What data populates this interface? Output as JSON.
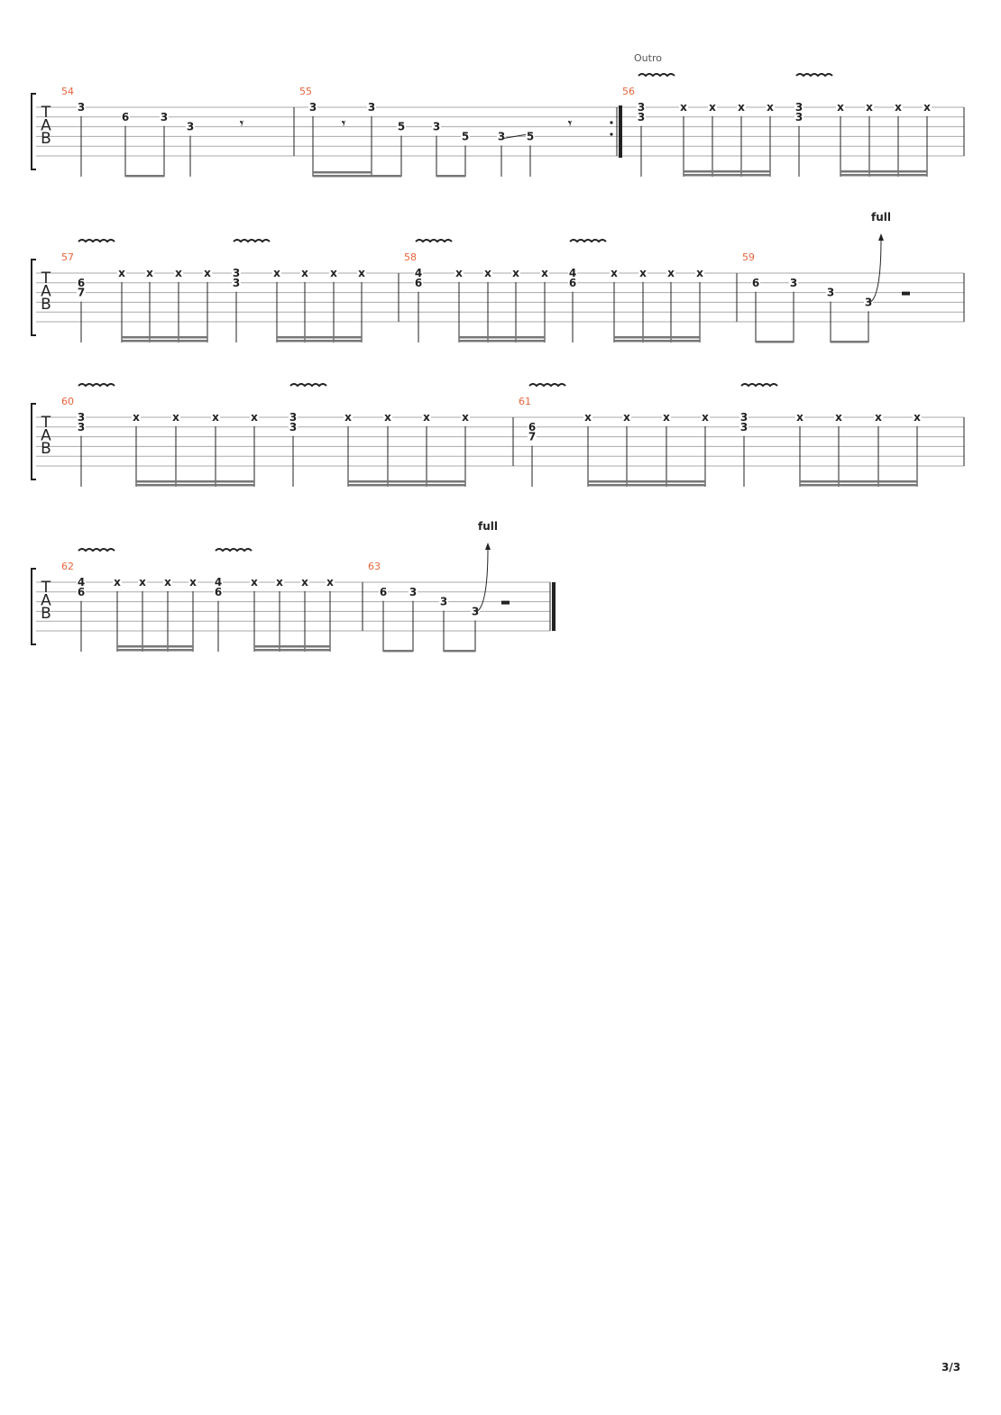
{
  "page_number": "3/3",
  "section_label": "Outro",
  "clef_letters": [
    "T",
    "A",
    "B"
  ],
  "bend_label": "full",
  "systems": [
    {
      "measures": [
        {
          "number": "54",
          "beats": [
            {
              "notes": [
                {
                  "string": 1,
                  "fret": "3"
                }
              ]
            },
            {
              "notes": [
                {
                  "string": 2,
                  "fret": "6"
                }
              ]
            },
            {
              "notes": [
                {
                  "string": 2,
                  "fret": "3"
                }
              ]
            },
            {
              "notes": [
                {
                  "string": 3,
                  "fret": "3"
                }
              ]
            },
            {
              "rest": true
            }
          ]
        },
        {
          "number": "55",
          "beats": [
            {
              "notes": [
                {
                  "string": 1,
                  "fret": "3"
                }
              ]
            },
            {
              "rest": true
            },
            {
              "notes": [
                {
                  "string": 1,
                  "fret": "3"
                }
              ]
            },
            {
              "notes": [
                {
                  "string": 3,
                  "fret": "5"
                }
              ]
            },
            {
              "notes": [
                {
                  "string": 3,
                  "fret": "3"
                }
              ]
            },
            {
              "notes": [
                {
                  "string": 4,
                  "fret": "5"
                }
              ]
            },
            {
              "notes": [
                {
                  "string": 4,
                  "fret": "3"
                }
              ]
            },
            {
              "notes": [
                {
                  "string": 4,
                  "fret": "5"
                }
              ]
            },
            {
              "rest": true
            }
          ]
        },
        {
          "number": "56",
          "section": "Outro",
          "beats": [
            {
              "notes": [
                {
                  "string": 1,
                  "fret": "3"
                },
                {
                  "string": 2,
                  "fret": "3"
                }
              ],
              "vibrato": true
            },
            {
              "notes": [
                {
                  "string": 1,
                  "fret": "x"
                }
              ]
            },
            {
              "notes": [
                {
                  "string": 1,
                  "fret": "x"
                }
              ]
            },
            {
              "notes": [
                {
                  "string": 1,
                  "fret": "x"
                }
              ]
            },
            {
              "notes": [
                {
                  "string": 1,
                  "fret": "x"
                }
              ]
            },
            {
              "notes": [
                {
                  "string": 1,
                  "fret": "3"
                },
                {
                  "string": 2,
                  "fret": "3"
                }
              ],
              "vibrato": true
            },
            {
              "notes": [
                {
                  "string": 1,
                  "fret": "x"
                }
              ]
            },
            {
              "notes": [
                {
                  "string": 1,
                  "fret": "x"
                }
              ]
            },
            {
              "notes": [
                {
                  "string": 1,
                  "fret": "x"
                }
              ]
            },
            {
              "notes": [
                {
                  "string": 1,
                  "fret": "x"
                }
              ]
            }
          ]
        }
      ]
    },
    {
      "measures": [
        {
          "number": "57",
          "beats": [
            {
              "notes": [
                {
                  "string": 2,
                  "fret": "6"
                },
                {
                  "string": 3,
                  "fret": "7"
                }
              ],
              "vibrato": true
            },
            {
              "notes": [
                {
                  "string": 1,
                  "fret": "x"
                }
              ]
            },
            {
              "notes": [
                {
                  "string": 1,
                  "fret": "x"
                }
              ]
            },
            {
              "notes": [
                {
                  "string": 1,
                  "fret": "x"
                }
              ]
            },
            {
              "notes": [
                {
                  "string": 1,
                  "fret": "x"
                }
              ]
            },
            {
              "notes": [
                {
                  "string": 1,
                  "fret": "3"
                },
                {
                  "string": 2,
                  "fret": "3"
                }
              ],
              "vibrato": true
            },
            {
              "notes": [
                {
                  "string": 1,
                  "fret": "x"
                }
              ]
            },
            {
              "notes": [
                {
                  "string": 1,
                  "fret": "x"
                }
              ]
            },
            {
              "notes": [
                {
                  "string": 1,
                  "fret": "x"
                }
              ]
            },
            {
              "notes": [
                {
                  "string": 1,
                  "fret": "x"
                }
              ]
            }
          ]
        },
        {
          "number": "58",
          "beats": [
            {
              "notes": [
                {
                  "string": 1,
                  "fret": "4"
                },
                {
                  "string": 2,
                  "fret": "6"
                }
              ],
              "vibrato": true
            },
            {
              "notes": [
                {
                  "string": 1,
                  "fret": "x"
                }
              ]
            },
            {
              "notes": [
                {
                  "string": 1,
                  "fret": "x"
                }
              ]
            },
            {
              "notes": [
                {
                  "string": 1,
                  "fret": "x"
                }
              ]
            },
            {
              "notes": [
                {
                  "string": 1,
                  "fret": "x"
                }
              ]
            },
            {
              "notes": [
                {
                  "string": 1,
                  "fret": "4"
                },
                {
                  "string": 2,
                  "fret": "6"
                }
              ],
              "vibrato": true
            },
            {
              "notes": [
                {
                  "string": 1,
                  "fret": "x"
                }
              ]
            },
            {
              "notes": [
                {
                  "string": 1,
                  "fret": "x"
                }
              ]
            },
            {
              "notes": [
                {
                  "string": 1,
                  "fret": "x"
                }
              ]
            },
            {
              "notes": [
                {
                  "string": 1,
                  "fret": "x"
                }
              ]
            }
          ]
        },
        {
          "number": "59",
          "beats": [
            {
              "notes": [
                {
                  "string": 2,
                  "fret": "6"
                }
              ]
            },
            {
              "notes": [
                {
                  "string": 2,
                  "fret": "3"
                }
              ]
            },
            {
              "notes": [
                {
                  "string": 3,
                  "fret": "3"
                }
              ]
            },
            {
              "notes": [
                {
                  "string": 4,
                  "fret": "3"
                }
              ],
              "bend": "full"
            },
            {
              "rest": true
            }
          ]
        }
      ]
    },
    {
      "measures": [
        {
          "number": "60",
          "beats": [
            {
              "notes": [
                {
                  "string": 1,
                  "fret": "3"
                },
                {
                  "string": 2,
                  "fret": "3"
                }
              ],
              "vibrato": true
            },
            {
              "notes": [
                {
                  "string": 1,
                  "fret": "x"
                }
              ]
            },
            {
              "notes": [
                {
                  "string": 1,
                  "fret": "x"
                }
              ]
            },
            {
              "notes": [
                {
                  "string": 1,
                  "fret": "x"
                }
              ]
            },
            {
              "notes": [
                {
                  "string": 1,
                  "fret": "x"
                }
              ]
            },
            {
              "notes": [
                {
                  "string": 1,
                  "fret": "3"
                },
                {
                  "string": 2,
                  "fret": "3"
                }
              ],
              "vibrato": true
            },
            {
              "notes": [
                {
                  "string": 1,
                  "fret": "x"
                }
              ]
            },
            {
              "notes": [
                {
                  "string": 1,
                  "fret": "x"
                }
              ]
            },
            {
              "notes": [
                {
                  "string": 1,
                  "fret": "x"
                }
              ]
            },
            {
              "notes": [
                {
                  "string": 1,
                  "fret": "x"
                }
              ]
            }
          ]
        },
        {
          "number": "61",
          "beats": [
            {
              "notes": [
                {
                  "string": 2,
                  "fret": "6"
                },
                {
                  "string": 3,
                  "fret": "7"
                }
              ],
              "vibrato": true
            },
            {
              "notes": [
                {
                  "string": 1,
                  "fret": "x"
                }
              ]
            },
            {
              "notes": [
                {
                  "string": 1,
                  "fret": "x"
                }
              ]
            },
            {
              "notes": [
                {
                  "string": 1,
                  "fret": "x"
                }
              ]
            },
            {
              "notes": [
                {
                  "string": 1,
                  "fret": "x"
                }
              ]
            },
            {
              "notes": [
                {
                  "string": 1,
                  "fret": "3"
                },
                {
                  "string": 2,
                  "fret": "3"
                }
              ],
              "vibrato": true
            },
            {
              "notes": [
                {
                  "string": 1,
                  "fret": "x"
                }
              ]
            },
            {
              "notes": [
                {
                  "string": 1,
                  "fret": "x"
                }
              ]
            },
            {
              "notes": [
                {
                  "string": 1,
                  "fret": "x"
                }
              ]
            },
            {
              "notes": [
                {
                  "string": 1,
                  "fret": "x"
                }
              ]
            }
          ]
        }
      ]
    },
    {
      "measures": [
        {
          "number": "62",
          "beats": [
            {
              "notes": [
                {
                  "string": 1,
                  "fret": "4"
                },
                {
                  "string": 2,
                  "fret": "6"
                }
              ],
              "vibrato": true
            },
            {
              "notes": [
                {
                  "string": 1,
                  "fret": "x"
                }
              ]
            },
            {
              "notes": [
                {
                  "string": 1,
                  "fret": "x"
                }
              ]
            },
            {
              "notes": [
                {
                  "string": 1,
                  "fret": "x"
                }
              ]
            },
            {
              "notes": [
                {
                  "string": 1,
                  "fret": "x"
                }
              ]
            },
            {
              "notes": [
                {
                  "string": 1,
                  "fret": "4"
                },
                {
                  "string": 2,
                  "fret": "6"
                }
              ],
              "vibrato": true
            },
            {
              "notes": [
                {
                  "string": 1,
                  "fret": "x"
                }
              ]
            },
            {
              "notes": [
                {
                  "string": 1,
                  "fret": "x"
                }
              ]
            },
            {
              "notes": [
                {
                  "string": 1,
                  "fret": "x"
                }
              ]
            },
            {
              "notes": [
                {
                  "string": 1,
                  "fret": "x"
                }
              ]
            }
          ]
        },
        {
          "number": "63",
          "beats": [
            {
              "notes": [
                {
                  "string": 2,
                  "fret": "6"
                }
              ]
            },
            {
              "notes": [
                {
                  "string": 2,
                  "fret": "3"
                }
              ]
            },
            {
              "notes": [
                {
                  "string": 3,
                  "fret": "3"
                }
              ]
            },
            {
              "notes": [
                {
                  "string": 4,
                  "fret": "3"
                }
              ],
              "bend": "full"
            },
            {
              "rest": true
            }
          ]
        }
      ]
    }
  ],
  "colors": {
    "measure_number": "#e8643c",
    "staff_line": "#aaaaaa",
    "ink": "#222222",
    "beam": "#777777"
  }
}
